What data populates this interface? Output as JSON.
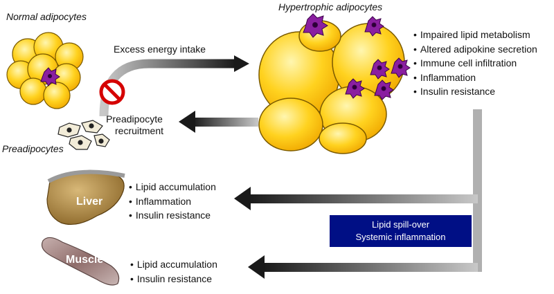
{
  "labels": {
    "normal_adipocytes": "Normal adipocytes",
    "hypertrophic_adipocytes": "Hypertrophic adipocytes",
    "preadipocytes": "Preadipocytes",
    "excess_energy_intake": "Excess energy intake",
    "preadipocyte_recruitment_1": "Preadipocyte",
    "preadipocyte_recruitment_2": "recruitment"
  },
  "hypertrophy_effects": [
    "Impaired lipid metabolism",
    "Altered adipokine secretion",
    "Immune cell infiltration",
    "Inflammation",
    "Insulin resistance"
  ],
  "liver": {
    "name": "Liver",
    "effects": [
      "Lipid accumulation",
      "Inflammation",
      "Insulin resistance"
    ]
  },
  "muscle": {
    "name": "Muscle",
    "effects": [
      "Lipid accumulation",
      "Insulin resistance"
    ]
  },
  "spillover_box": {
    "line1": "Lipid spill-over",
    "line2": "Systemic inflammation"
  },
  "colors": {
    "adipocyte_fill": "#ffd21f",
    "adipocyte_highlight": "#fff3a0",
    "immune_cell": "#8a1fa0",
    "box_fill": "#000f85",
    "liver": "#b8924a",
    "muscle": "#9a7a78",
    "arrow_dark": "#1a1a1a",
    "arrow_light": "#b0b0b0"
  },
  "icons": [
    "prohibition-icon",
    "immune-cell-icon",
    "preadipocyte-icon",
    "liver-icon",
    "muscle-icon"
  ]
}
